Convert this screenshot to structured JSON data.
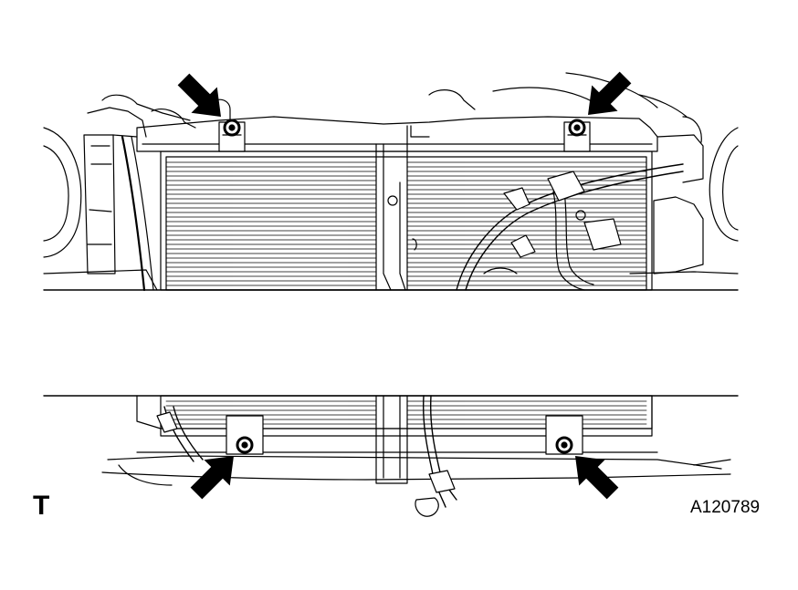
{
  "view_letter": "T",
  "figure_id": "A120789",
  "colors": {
    "line": "#000000",
    "background": "#ffffff"
  },
  "callouts": [
    {
      "name": "upper-left-bolt-arrow",
      "icon": "arrow-icon"
    },
    {
      "name": "upper-right-bolt-arrow",
      "icon": "arrow-icon"
    },
    {
      "name": "lower-left-bolt-arrow",
      "icon": "arrow-icon"
    },
    {
      "name": "lower-right-bolt-arrow",
      "icon": "arrow-icon"
    }
  ]
}
